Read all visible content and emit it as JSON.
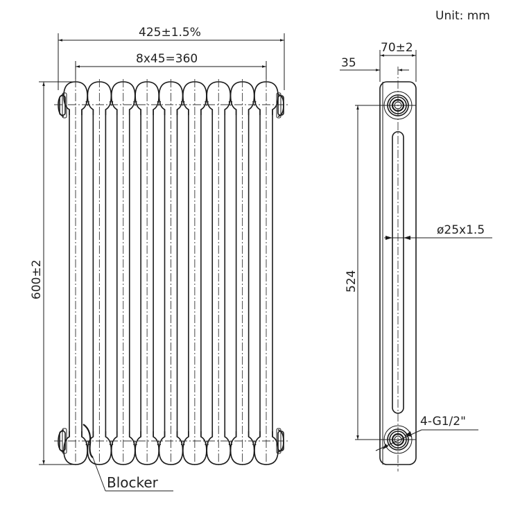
{
  "drawing": {
    "title_unit": "Unit: mm",
    "front_view": {
      "columns": 9,
      "dimensions": {
        "overall_width": "425±1.5%",
        "center_spacing": "8x45=360",
        "overall_height": "600±2"
      },
      "callouts": {
        "blocker": "Blocker"
      }
    },
    "side_view": {
      "dimensions": {
        "depth": "70±2",
        "half_depth": "35",
        "port_centers": "524",
        "tube": "ø25x1.5"
      },
      "callouts": {
        "ports": "4-G1/2\""
      }
    },
    "colors": {
      "line": "#1a1a1a",
      "background": "#ffffff"
    }
  }
}
